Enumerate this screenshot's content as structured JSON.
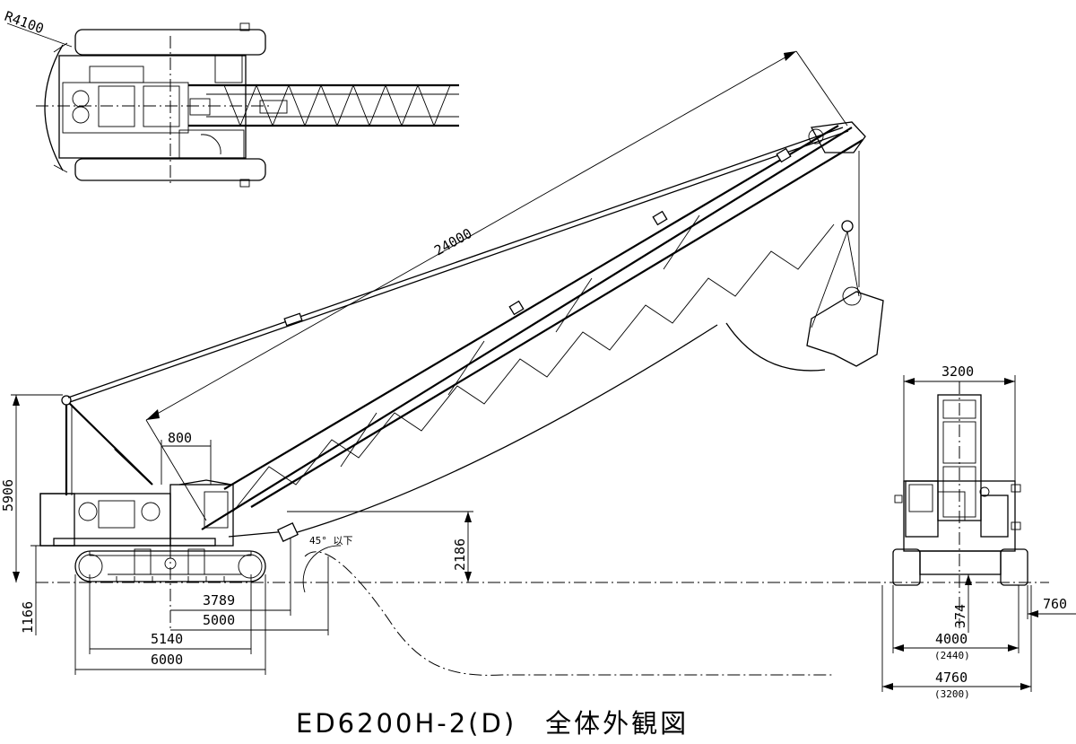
{
  "title": "ED6200H-2(D)　全体外観図",
  "top_view": {
    "radius_label": "R4100"
  },
  "side_view": {
    "boom_length": "24000",
    "dim_800": "800",
    "height_total": "5906",
    "height_ground": "1166",
    "height_boom_foot": "2186",
    "angle_label": "45° 以下",
    "dim_3789": "3789",
    "dim_5000": "5000",
    "dim_5140": "5140",
    "dim_6000": "6000"
  },
  "front_view": {
    "width_top": "3200",
    "width_track": "4000",
    "width_track_retracted": "(2440)",
    "width_overall": "4760",
    "width_overall_retracted": "(3200)",
    "clearance": "374",
    "shoe_width": "760"
  }
}
